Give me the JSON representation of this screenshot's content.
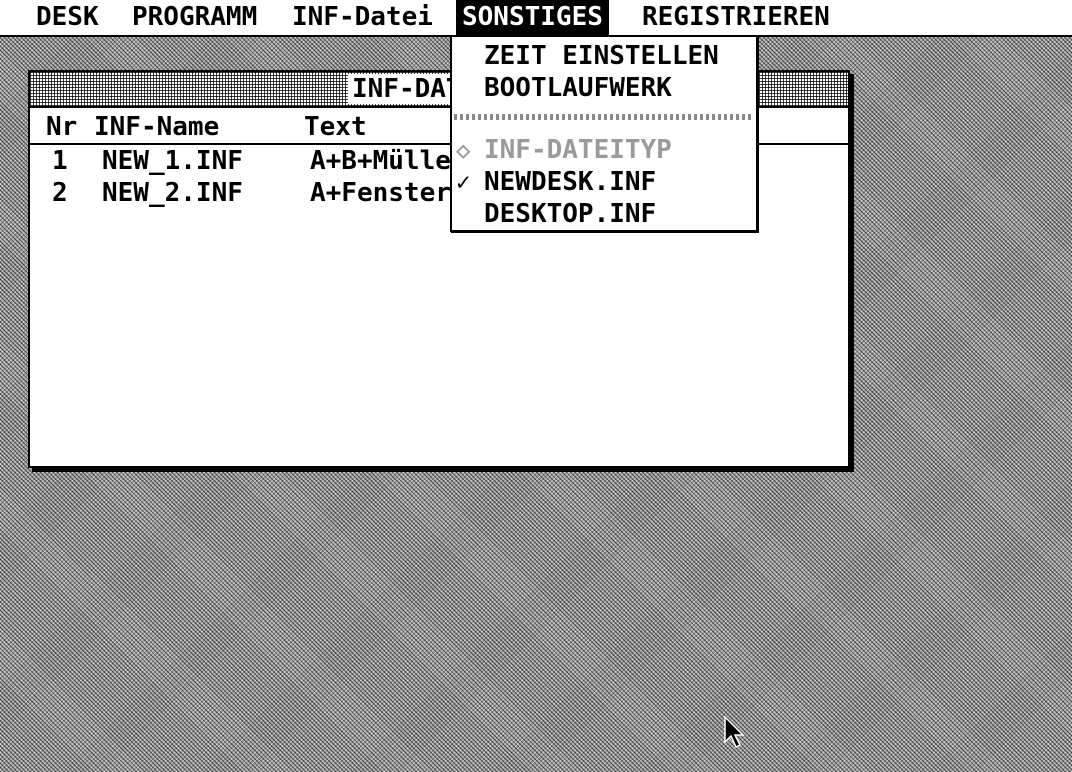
{
  "menubar": {
    "items": [
      {
        "label": "DESK"
      },
      {
        "label": "PROGRAMM"
      },
      {
        "label": "INF-Datei"
      },
      {
        "label": "SONSTIGES"
      },
      {
        "label": "REGISTRIEREN"
      }
    ]
  },
  "window": {
    "title": "INF-DAT",
    "columns": {
      "nr": "Nr",
      "name": "INF-Name",
      "text": "Text"
    },
    "rows": [
      {
        "nr": "1",
        "name": "NEW_1.INF",
        "text": "A+B+Mülle"
      },
      {
        "nr": "2",
        "name": "NEW_2.INF",
        "text": "A+Fenster"
      }
    ]
  },
  "dropdown": {
    "items": [
      {
        "label": "ZEIT EINSTELLEN"
      },
      {
        "label": "BOOTLAUFWERK"
      },
      {
        "label": "INF-DATEITYP"
      },
      {
        "label": "NEWDESK.INF"
      },
      {
        "label": "DESKTOP.INF"
      }
    ],
    "marks": {
      "disabled_mark": "◇",
      "check_mark": "✓"
    }
  },
  "colors": {
    "desktop": "#9a9a9a",
    "menubar": "#ffffff",
    "highlight": "#000000",
    "disabled_text": "#9a9a9a"
  },
  "icons": {
    "cursor": "arrow-pointer-icon",
    "check": "check-mark-icon",
    "diamond": "diamond-icon"
  }
}
